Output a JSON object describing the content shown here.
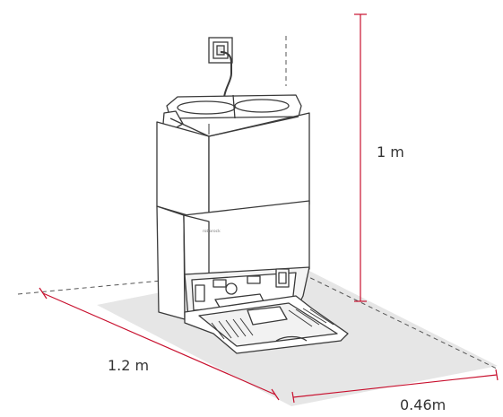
{
  "dimensions": {
    "height": "1 m",
    "depth": "1.2 m",
    "width": "0.46m"
  },
  "colors": {
    "dimension_line": "#c8102e",
    "floor_area": "#e6e6e6",
    "outline": "#3a3a3a",
    "guide_line": "#555555"
  },
  "station": {
    "brand_mark": "roborock"
  }
}
